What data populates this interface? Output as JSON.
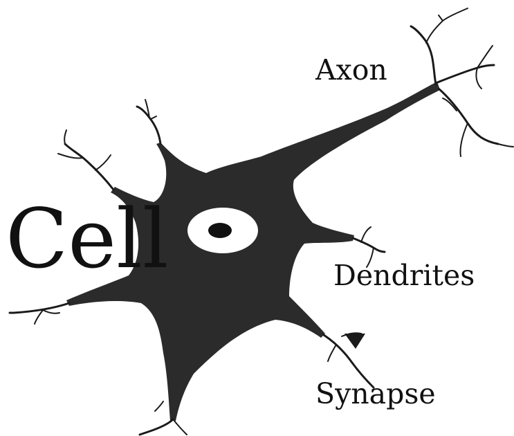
{
  "labels": {
    "axon": "Axon",
    "cell": "Cell",
    "dendrites": "Dendrites",
    "synapse": "Synapse"
  },
  "colors": {
    "cell_body": "#2b2b2b",
    "lines": "#1a1a1a",
    "background": "#ffffff"
  }
}
